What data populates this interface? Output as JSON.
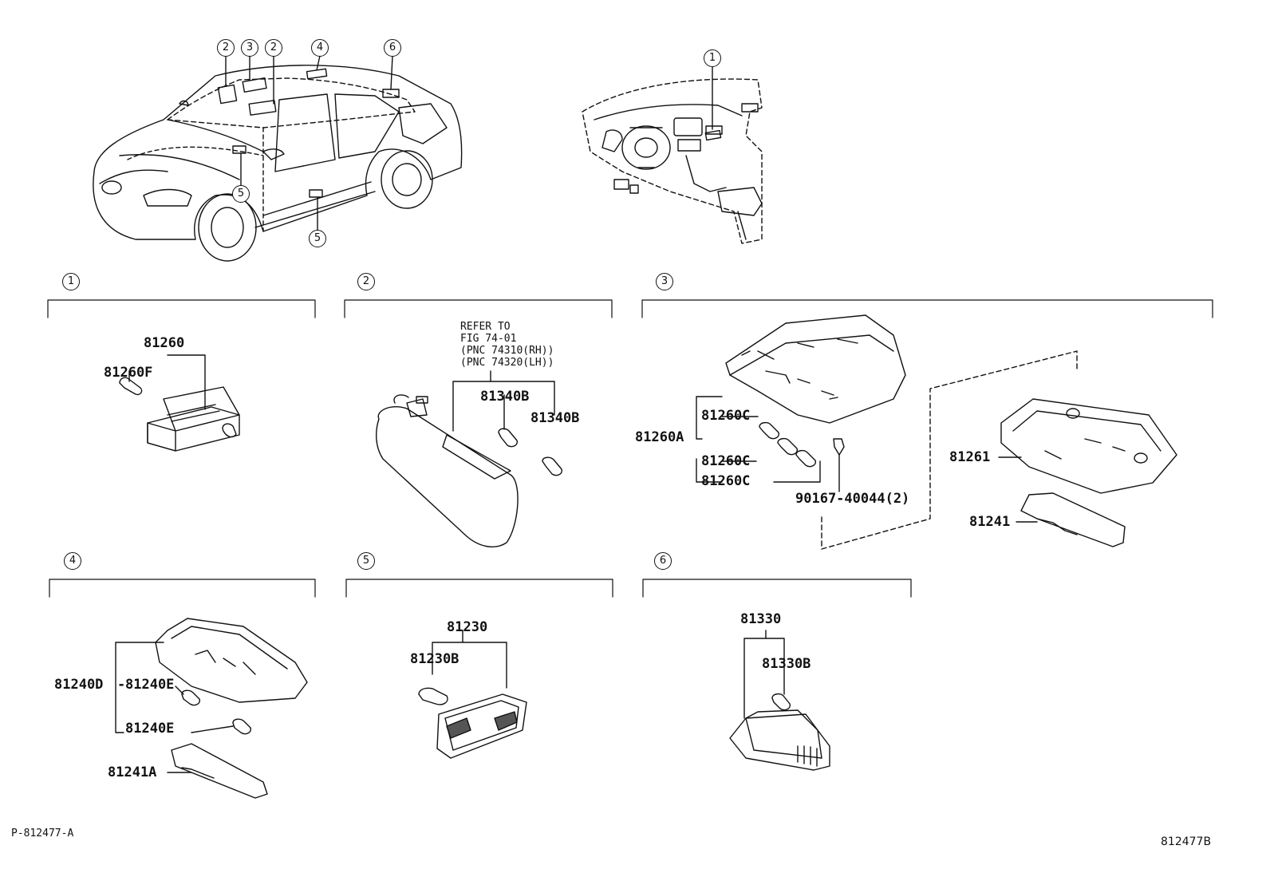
{
  "callouts": {
    "car": [
      "2",
      "3",
      "2",
      "4",
      "6",
      "5",
      "5"
    ],
    "dash": "1",
    "sections": [
      "1",
      "2",
      "3",
      "4",
      "5",
      "6"
    ]
  },
  "section1": {
    "part": "81260",
    "bulb": "81260F"
  },
  "section2": {
    "note_l1": "REFER TO",
    "note_l2": "FIG 74-01",
    "note_l3": "(PNC 74310(RH))",
    "note_l4": "(PNC 74320(LH))",
    "bulb_a": "81340B",
    "bulb_b": "81340B"
  },
  "section3": {
    "assembly": "81260A",
    "bulb_1": "81260C",
    "bulb_2": "81260C",
    "bulb_3": "81260C",
    "screw": "90167-40044(2)",
    "cover": "81261",
    "lens": "81241"
  },
  "section4": {
    "assembly": "81240D",
    "bulb_1": "81240E",
    "bulb_2": "81240E",
    "lens": "81241A"
  },
  "section5": {
    "part": "81230",
    "bulb": "81230B"
  },
  "section6": {
    "part": "81330",
    "bulb": "81330B"
  },
  "footer": {
    "left_code": "P-812477-A",
    "right_code": "812477B"
  }
}
